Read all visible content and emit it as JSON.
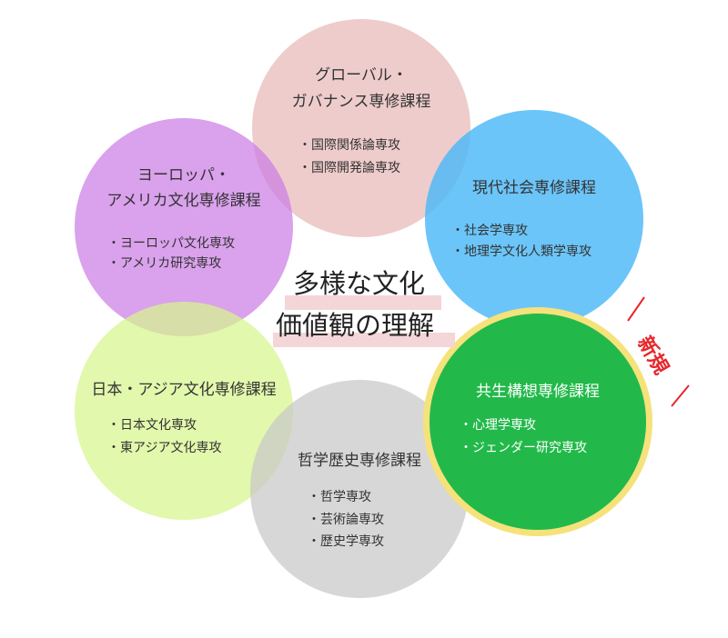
{
  "center": {
    "line1": "多様な文化",
    "line2": "価値観の理解"
  },
  "new_badge": "新規",
  "courses": {
    "global": {
      "title1": "グローバル・",
      "title2": "ガバナンス専修課程",
      "items": [
        "・国際関係論専攻",
        "・国際開発論専攻"
      ],
      "color": "#e8b9b9"
    },
    "europe": {
      "title1": "ヨーロッパ・",
      "title2": "アメリカ文化専修課程",
      "items": [
        "・ヨーロッパ文化専攻",
        "・アメリカ研究専攻"
      ],
      "color": "#cc7de4"
    },
    "modern": {
      "title1": "現代社会専修課程",
      "items": [
        "・社会学専攻",
        "・地理学文化人類学専攻"
      ],
      "color": "#4bb8f8"
    },
    "japan": {
      "title1": "日本・アジア文化専修課程",
      "items": [
        "・日本文化専攻",
        "・東アジア文化専攻"
      ],
      "color": "#d7f58c"
    },
    "philosophy": {
      "title1": "哲学歴史専修課程",
      "items": [
        "・哲学専攻",
        "・芸術論専攻",
        "・歴史学専攻"
      ],
      "color": "#c8c8c8"
    },
    "symbiosis": {
      "title1": "共生構想専修課程",
      "items": [
        "・心理学専攻",
        "・ジェンダー研究専攻"
      ],
      "color": "#22b94a",
      "ring_color": "#f6e27a"
    }
  }
}
